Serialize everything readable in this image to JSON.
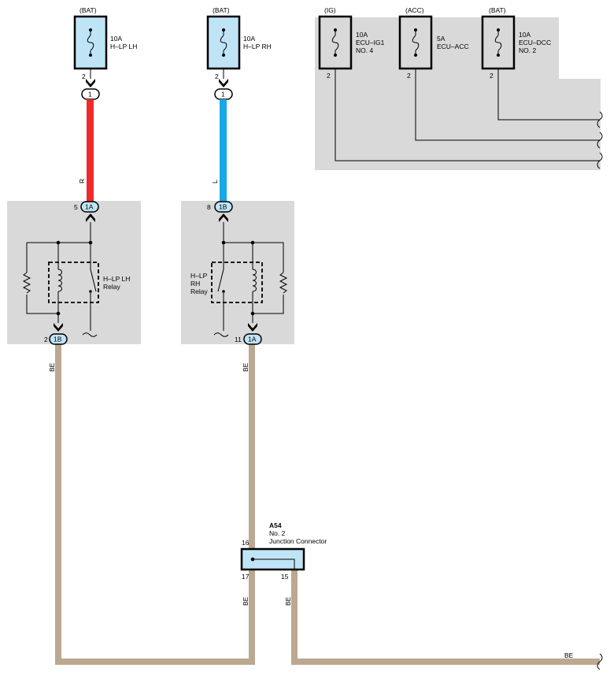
{
  "fuses": [
    {
      "source": "(BAT)",
      "rating": "10A",
      "name": "H–LP LH",
      "pin": "2"
    },
    {
      "source": "(BAT)",
      "rating": "10A",
      "name": "H–LP RH",
      "pin": "2"
    },
    {
      "source": "(IG)",
      "rating": "10A",
      "name": "ECU–IG1",
      "name2": "NO. 4",
      "pin": "2"
    },
    {
      "source": "(ACC)",
      "rating": "5A",
      "name": "ECU–ACC",
      "pin": "2"
    },
    {
      "source": "(BAT)",
      "rating": "10A",
      "name": "ECU–DCC",
      "name2": "NO. 2",
      "pin": "2"
    }
  ],
  "wires": {
    "left_color": "R",
    "right_color": "L",
    "ground_color": "BE",
    "colors": {
      "red": "#ee2a2a",
      "blue": "#1aa7e6",
      "beige": "#bba890"
    }
  },
  "relay_lh": {
    "top_pin": "5",
    "top_conn": "1A",
    "bottom_pin": "2",
    "bottom_conn": "1B",
    "label1": "H–LP LH",
    "label2": "Relay",
    "fuse_conn": "1"
  },
  "relay_rh": {
    "top_pin": "8",
    "top_conn": "1B",
    "bottom_pin": "11",
    "bottom_conn": "1A",
    "label1": "H–LP",
    "label2": "RH",
    "label3": "Relay",
    "fuse_conn": "1"
  },
  "junction": {
    "code": "A54",
    "line2": "No.  2",
    "line3": "Junction Connector",
    "pin_in": "16",
    "pin_out_left": "17",
    "pin_out_right": "15"
  }
}
